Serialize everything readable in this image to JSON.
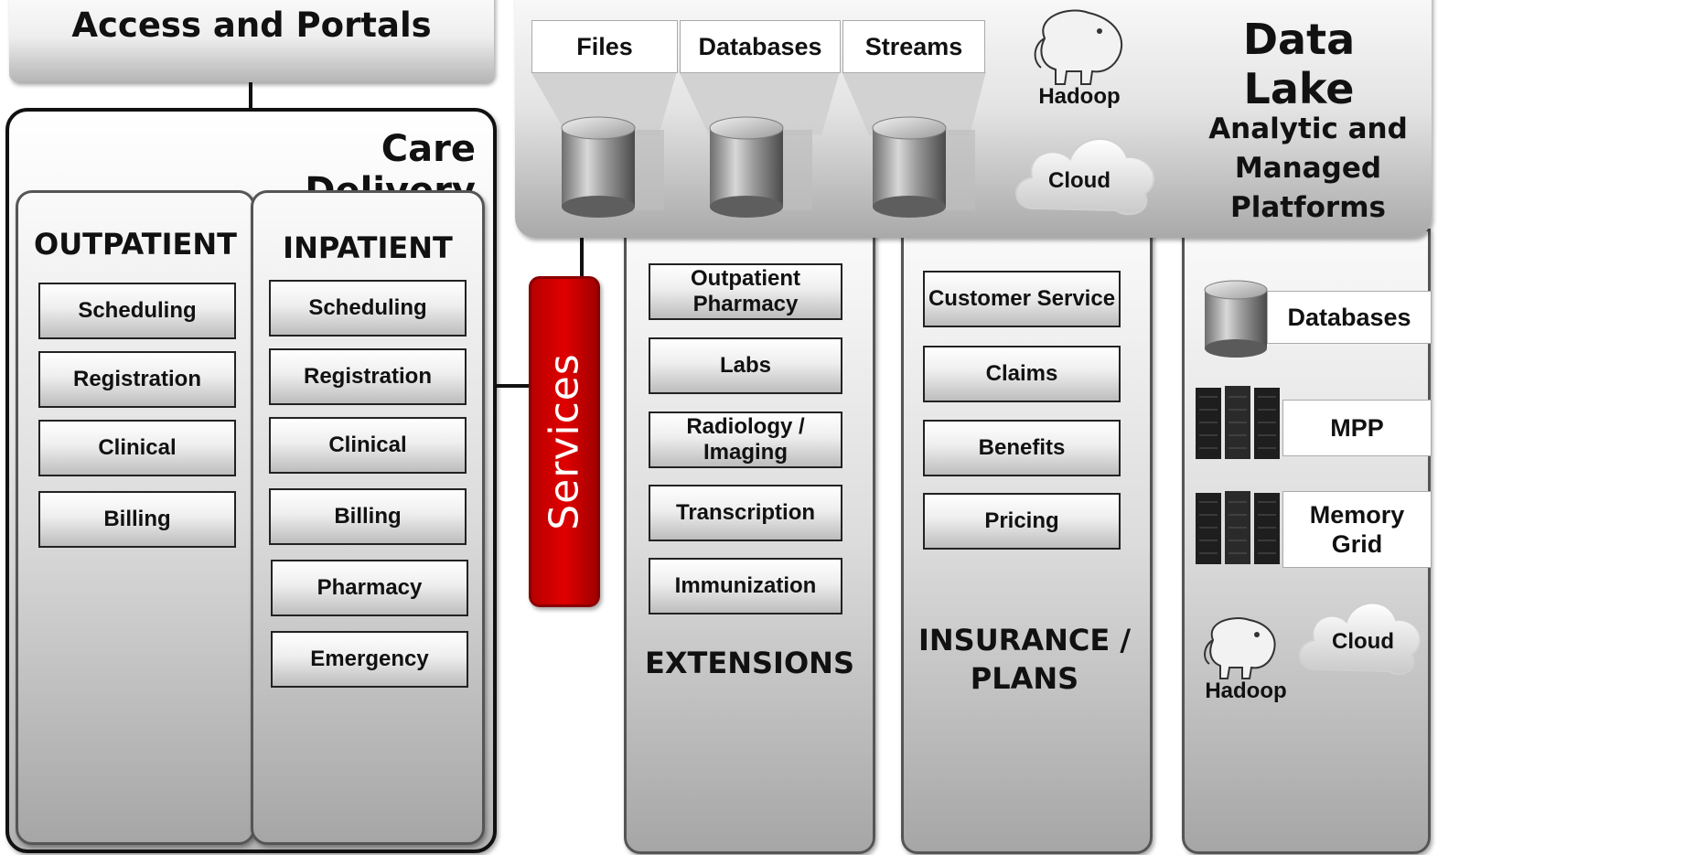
{
  "access": {
    "title": "Access and Portals"
  },
  "care": {
    "title": "Care Delivery",
    "outpatient": {
      "title": "OUTPATIENT",
      "items": [
        "Scheduling",
        "Registration",
        "Clinical",
        "Billing"
      ]
    },
    "inpatient": {
      "title": "INPATIENT",
      "items": [
        "Scheduling",
        "Registration",
        "Clinical",
        "Billing",
        "Pharmacy",
        "Emergency"
      ]
    }
  },
  "services": {
    "label": "Services",
    "color": "#cc0000"
  },
  "datalake": {
    "title": "Data Lake",
    "sources": [
      "Files",
      "Databases",
      "Streams"
    ],
    "hadoop": "Hadoop",
    "cloud": "Cloud",
    "subtitle": "Analytic and Managed Platforms"
  },
  "extensions": {
    "title": "EXTENSIONS",
    "items": [
      "Outpatient Pharmacy",
      "Labs",
      "Radiology / Imaging",
      "Transcription",
      "Immunization"
    ]
  },
  "insurance": {
    "title": "INSURANCE / PLANS",
    "items": [
      "Customer Service",
      "Claims",
      "Benefits",
      "Pricing"
    ]
  },
  "platforms": {
    "items": [
      "Databases",
      "MPP",
      "Memory Grid"
    ],
    "hadoop": "Hadoop",
    "cloud": "Cloud"
  }
}
